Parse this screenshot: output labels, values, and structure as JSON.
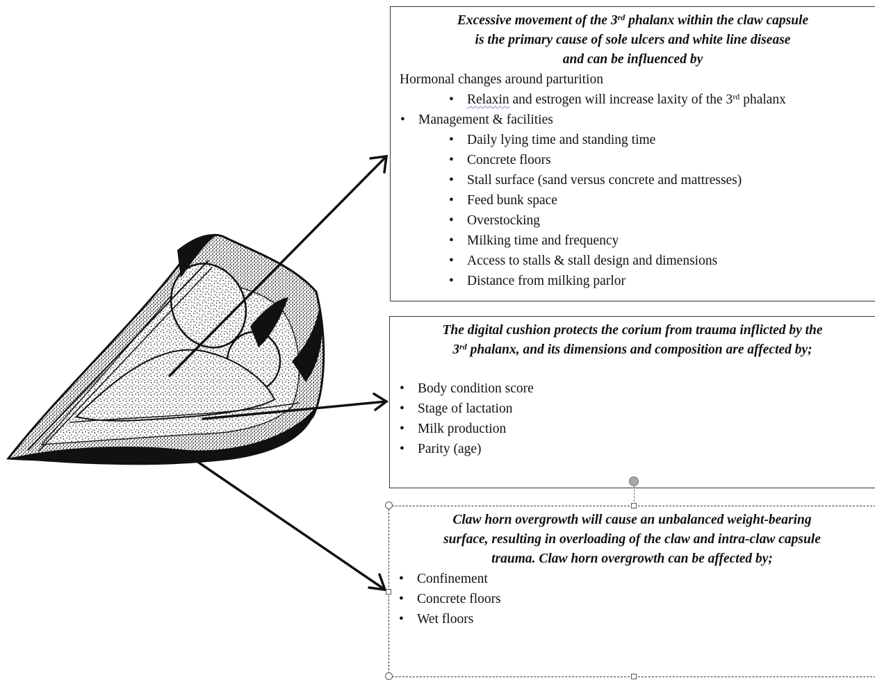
{
  "boxes": {
    "phalanx": {
      "title_l1_a": "Excessive movement of the 3",
      "title_l1_sup": "rd",
      "title_l1_b": " phalanx within the claw capsule",
      "title_l2": "is the primary cause of sole ulcers and white line disease",
      "title_l3": "and can be influenced by",
      "heading": "Hormonal changes around parturition",
      "hormonal_item_word": "Relaxin",
      "hormonal_item_a": " and estrogen will increase laxity of the 3",
      "hormonal_item_sup": "rd",
      "hormonal_item_b": " phalanx",
      "management_heading": "Management & facilities",
      "management_items": [
        "Daily lying time and standing time",
        "Concrete floors",
        "Stall surface (sand versus concrete and mattresses)",
        "Feed bunk space",
        "Overstocking",
        "Milking time and frequency",
        "Access to stalls & stall design and dimensions",
        "Distance from milking parlor"
      ]
    },
    "cushion": {
      "title_l1": "The digital cushion protects the corium from trauma inflicted by the",
      "title_l2_sup_base": "3",
      "title_l2_sup": "rd",
      "title_l2_b": " phalanx, and its dimensions and composition are affected by;",
      "items": [
        "Body condition score",
        "Stage of lactation",
        "Milk production",
        "Parity (age)"
      ]
    },
    "overgrowth": {
      "title_l1": "Claw horn overgrowth will cause an unbalanced weight-bearing",
      "title_l2": "surface, resulting in overloading of the claw and intra-claw capsule",
      "title_l3": "trauma. Claw horn overgrowth can be affected by;",
      "items": [
        "Confinement",
        "Concrete floors",
        "Wet floors"
      ]
    }
  },
  "bullet_char": "•",
  "colors": {
    "ink": "#111111",
    "border": "#333333",
    "rotate_handle": "#a8a8a8"
  }
}
